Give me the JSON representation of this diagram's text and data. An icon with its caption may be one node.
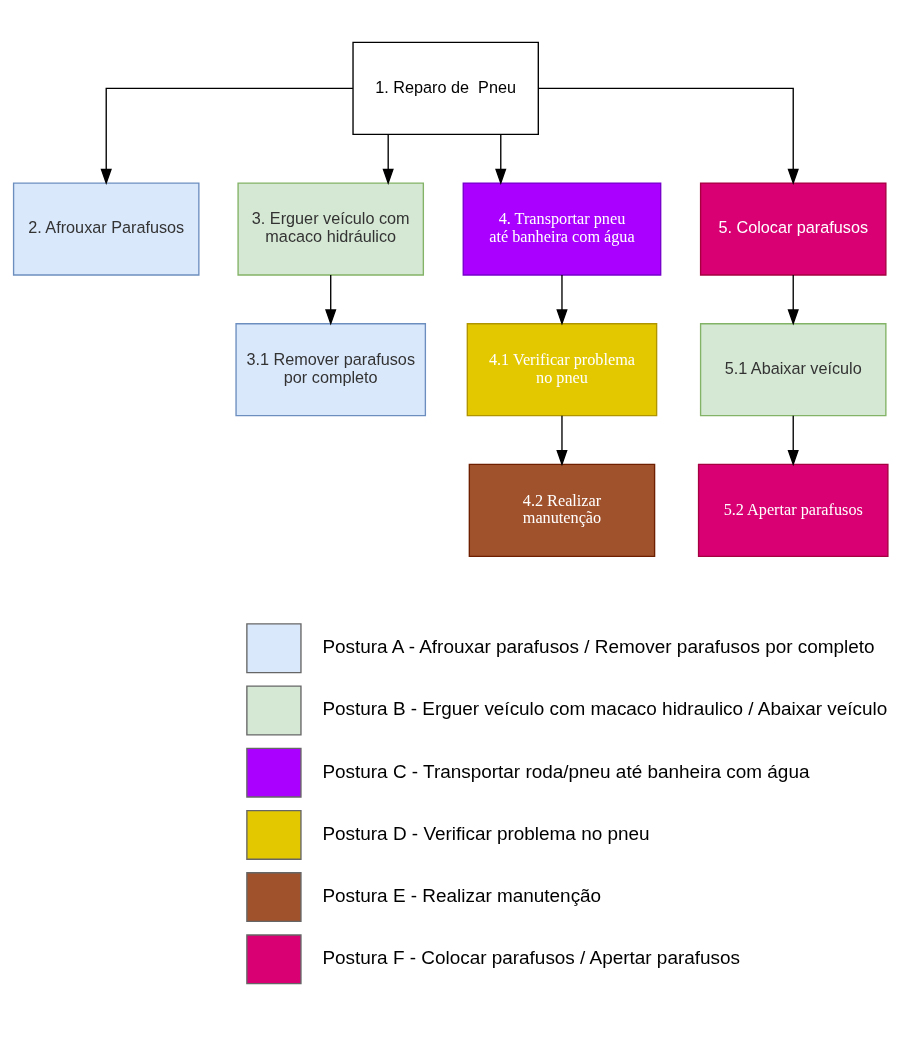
{
  "diagram": {
    "nodes": [
      {
        "text": [
          "1. Reparo de  Pneu"
        ]
      },
      {
        "text": [
          "2. Afrouxar Parafusos"
        ]
      },
      {
        "text": [
          "3. Erguer veículo com macaco hidráulico"
        ]
      },
      {
        "text": [
          "3.1 Remover parafusos por completo"
        ]
      },
      {
        "text": [
          "4. Transportar pneu até banheira com água"
        ]
      },
      {
        "text": [
          "4.1 Verificar problema no pneu"
        ]
      },
      {
        "text": [
          "4.2 Realizar manutenção"
        ]
      },
      {
        "text": [
          "5. Colocar parafusos"
        ]
      },
      {
        "text": [
          "5.1 Abaixar veículo"
        ]
      },
      {
        "text": [
          "5.2 Apertar parafusos"
        ]
      }
    ],
    "edges": [
      {
        "from": 0,
        "to": 1,
        "arrow": "to"
      },
      {
        "from": 0,
        "to": 2,
        "arrow": "to"
      },
      {
        "from": 0,
        "to": 4,
        "arrow": "to"
      },
      {
        "from": 0,
        "to": 7,
        "arrow": "to"
      },
      {
        "from": 2,
        "to": 3,
        "arrow": "to"
      },
      {
        "from": 4,
        "to": 5,
        "arrow": "to"
      },
      {
        "from": 5,
        "to": 6,
        "arrow": "to"
      },
      {
        "from": 7,
        "to": 8,
        "arrow": "to"
      },
      {
        "from": 8,
        "to": 9,
        "arrow": "to"
      }
    ],
    "legend": [
      {
        "text": "Postura A - Afrouxar parafusos / Remover parafusos por completo",
        "color": "#dae8fc"
      },
      {
        "text": "Postura B - Erguer veículo com macaco hidraulico / Abaixar veículo",
        "color": "#d5e8d4"
      },
      {
        "text": "Postura C - Transportar roda/pneu até banheira com água",
        "color": "#aa00ff"
      },
      {
        "text": "Postura D - Verificar problema no pneu",
        "color": "#e3c800"
      },
      {
        "text": "Postura E - Realizar manutenção",
        "color": "#a0522d"
      },
      {
        "text": "Postura F - Colocar parafusos / Apertar parafusos",
        "color": "#d80073"
      }
    ]
  }
}
